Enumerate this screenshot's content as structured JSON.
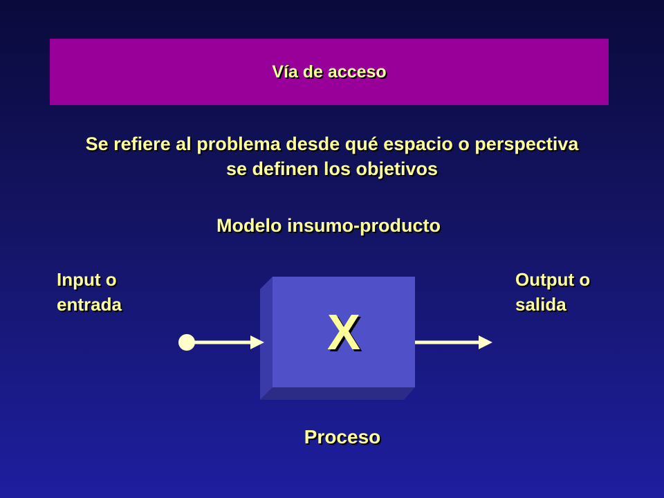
{
  "header": {
    "title": "Vía de acceso"
  },
  "definition": {
    "text_line1": "Se refiere al problema desde qué espacio o perspectiva",
    "text_line2": "se definen los objetivos"
  },
  "model": {
    "label": "Modelo insumo-producto"
  },
  "diagram": {
    "input_line1": "Input o",
    "input_line2": "entrada",
    "output_line1": "Output o",
    "output_line2": "salida",
    "box_letter": "X",
    "process_label": "Proceso"
  },
  "colors": {
    "background_top": "#0a0a3c",
    "background_bottom": "#1e1ea0",
    "title_bar": "#990099",
    "text": "#ffff99",
    "box_face": "#5050c8",
    "arrow": "#ffffcc"
  }
}
